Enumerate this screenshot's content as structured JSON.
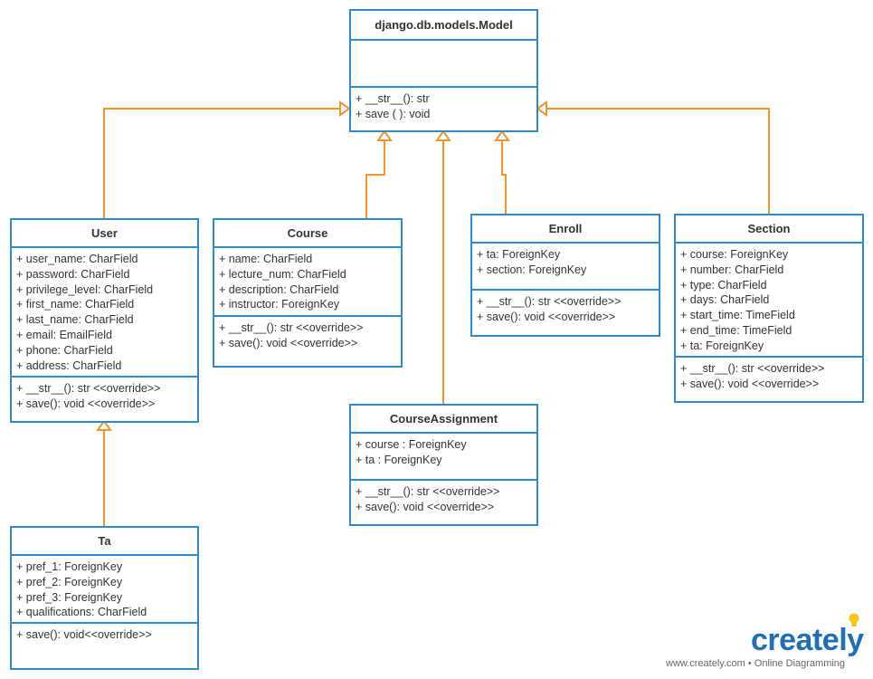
{
  "diagram": {
    "classes": {
      "model": {
        "name": "django.db.models.Model",
        "attributes": [],
        "methods": [
          "+ __str__(): str",
          "+ save ( ): void"
        ]
      },
      "user": {
        "name": "User",
        "attributes": [
          "+ user_name: CharField",
          "+ password: CharField",
          "+ privilege_level: CharField",
          "+ first_name: CharField",
          "+ last_name: CharField",
          "+ email: EmailField",
          "+ phone: CharField",
          "+ address: CharField"
        ],
        "methods": [
          "+ __str__(): str <<override>>",
          "+ save(): void <<override>>"
        ]
      },
      "course": {
        "name": "Course",
        "attributes": [
          "+ name: CharField",
          "+ lecture_num: CharField",
          "+ description: CharField",
          "+ instructor: ForeignKey"
        ],
        "methods": [
          "+ __str__(): str <<override>>",
          "+ save(): void <<override>>"
        ]
      },
      "enroll": {
        "name": "Enroll",
        "attributes": [
          "+ ta: ForeignKey",
          "+ section: ForeignKey"
        ],
        "methods": [
          "+ __str__(): str <<override>>",
          "+ save(): void <<override>>"
        ]
      },
      "section": {
        "name": "Section",
        "attributes": [
          "+ course: ForeignKey",
          "+ number: CharField",
          "+ type: CharField",
          "+ days: CharField",
          "+ start_time: TimeField",
          "+ end_time: TimeField",
          "+ ta: ForeignKey"
        ],
        "methods": [
          "+ __str__(): str <<override>>",
          "+ save(): void <<override>>"
        ]
      },
      "course_assignment": {
        "name": "CourseAssignment",
        "attributes": [
          "+ course : ForeignKey",
          "+ ta : ForeignKey"
        ],
        "methods": [
          "+ __str__(): str <<override>>",
          "+ save(): void <<override>>"
        ]
      },
      "ta": {
        "name": "Ta",
        "attributes": [
          "+ pref_1: ForeignKey",
          "+ pref_2: ForeignKey",
          "+ pref_3: ForeignKey",
          "+ qualifications: CharField"
        ],
        "methods": [
          "+ save(): void<<override>>"
        ]
      }
    },
    "edges": [
      {
        "from": "User",
        "to": "django.db.models.Model",
        "type": "generalization"
      },
      {
        "from": "Course",
        "to": "django.db.models.Model",
        "type": "generalization"
      },
      {
        "from": "CourseAssignment",
        "to": "django.db.models.Model",
        "type": "generalization"
      },
      {
        "from": "Enroll",
        "to": "django.db.models.Model",
        "type": "generalization"
      },
      {
        "from": "Section",
        "to": "django.db.models.Model",
        "type": "generalization"
      },
      {
        "from": "Ta",
        "to": "User",
        "type": "generalization"
      }
    ],
    "colors": {
      "class_border": "#2e8bcb",
      "edge": "#f0952b",
      "logo": "#1f6fb2"
    }
  },
  "branding": {
    "logo_text": "creately",
    "tagline": "www.creately.com • Online Diagramming"
  }
}
